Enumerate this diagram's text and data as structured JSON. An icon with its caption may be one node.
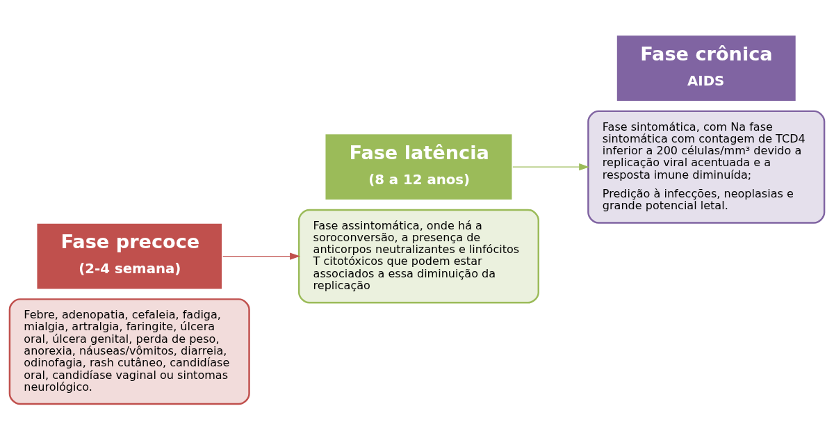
{
  "diagram": {
    "nodes": [
      {
        "text": [
          "Febre, adenopatia, cefaleia, fadiga, mialgia, artralgia, faringite, úlcera oral, úlcera genital, perda de peso, anorexia, náuseas/vômitos, diarreia, odinofagia, rash cutâneo, candidíase oral, candidíase vaginal ou sintomas neurológico."
        ]
      },
      {
        "text": [
          "Fase precoce",
          "(2-4 semana)"
        ]
      },
      {
        "text": [
          "Fase latência",
          "(8 a 12 anos)"
        ]
      },
      {
        "text": [
          "Fase assintomática, onde há a soroconversão, a presença de anticorpos neutralizantes e linfócitos T citotóxicos que podem estar associados a essa diminuição da replicação"
        ]
      },
      {
        "text": [
          "Fase sintomática, com Na fase sintomática com contagem de TCD4 inferior a 200 células/mm³ devido a replicação viral acentuada e a resposta imune diminuída;",
          "Predição à infecções, neoplasias e grande potencial letal."
        ]
      },
      {
        "text": [
          "Fase crônica",
          "AIDS"
        ]
      }
    ],
    "edges": [
      {
        "from": 1,
        "to": 3,
        "arrow": "to",
        "color": "#c0504d"
      },
      {
        "from": 2,
        "to": 4,
        "arrow": "to",
        "color": "#9bbb59"
      }
    ]
  }
}
